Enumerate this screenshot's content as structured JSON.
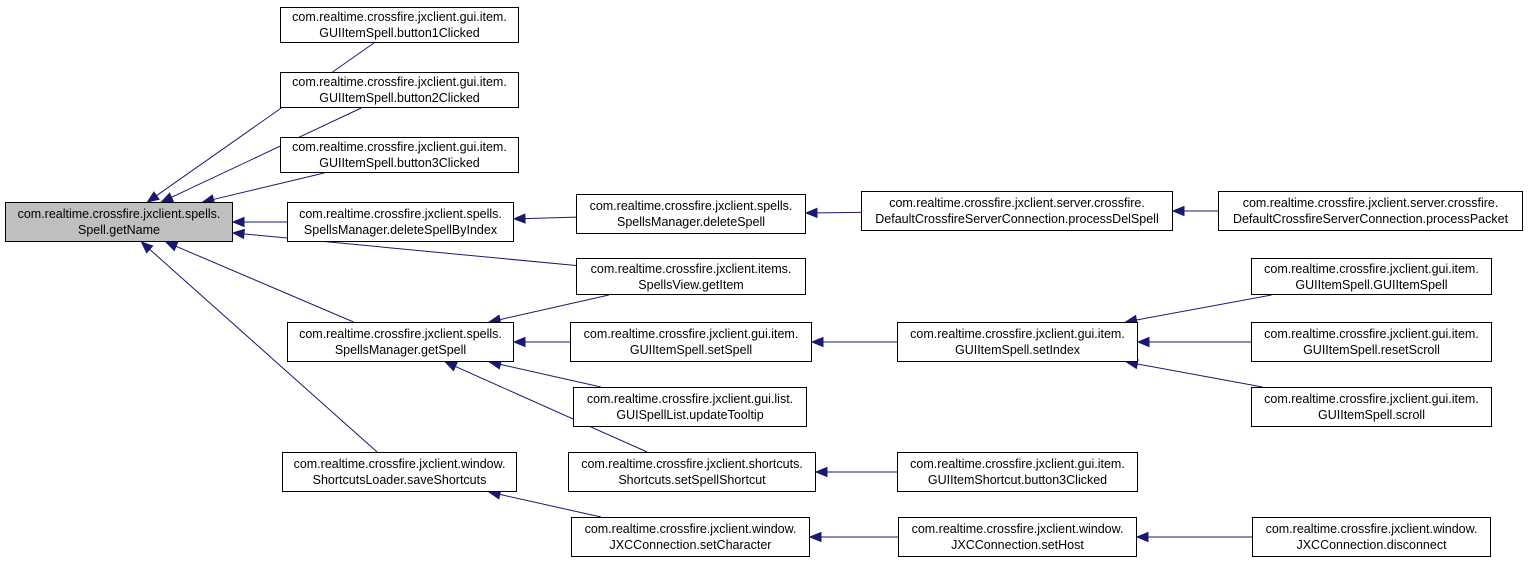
{
  "colors": {
    "edge": "#191970",
    "focus_fill": "#bfbfbf"
  },
  "nodes": {
    "n0": {
      "line1": "com.realtime.crossfire.jxclient.spells.",
      "line2": "Spell.getName"
    },
    "n1": {
      "line1": "com.realtime.crossfire.jxclient.gui.item.",
      "line2": "GUIItemSpell.button1Clicked"
    },
    "n2": {
      "line1": "com.realtime.crossfire.jxclient.gui.item.",
      "line2": "GUIItemSpell.button2Clicked"
    },
    "n3": {
      "line1": "com.realtime.crossfire.jxclient.gui.item.",
      "line2": "GUIItemSpell.button3Clicked"
    },
    "n4": {
      "line1": "com.realtime.crossfire.jxclient.spells.",
      "line2": "SpellsManager.deleteSpellByIndex"
    },
    "n5": {
      "line1": "com.realtime.crossfire.jxclient.spells.",
      "line2": "SpellsManager.deleteSpell"
    },
    "n6": {
      "line1": "com.realtime.crossfire.jxclient.server.crossfire.",
      "line2": "DefaultCrossfireServerConnection.processDelSpell"
    },
    "n7": {
      "line1": "com.realtime.crossfire.jxclient.server.crossfire.",
      "line2": "DefaultCrossfireServerConnection.processPacket"
    },
    "n8": {
      "line1": "com.realtime.crossfire.jxclient.items.",
      "line2": "SpellsView.getItem"
    },
    "n9": {
      "line1": "com.realtime.crossfire.jxclient.spells.",
      "line2": "SpellsManager.getSpell"
    },
    "n10": {
      "line1": "com.realtime.crossfire.jxclient.gui.item.",
      "line2": "GUIItemSpell.setSpell"
    },
    "n11": {
      "line1": "com.realtime.crossfire.jxclient.gui.item.",
      "line2": "GUIItemSpell.setIndex"
    },
    "n12": {
      "line1": "com.realtime.crossfire.jxclient.gui.item.",
      "line2": "GUIItemSpell.GUIItemSpell"
    },
    "n13": {
      "line1": "com.realtime.crossfire.jxclient.gui.item.",
      "line2": "GUIItemSpell.resetScroll"
    },
    "n14": {
      "line1": "com.realtime.crossfire.jxclient.gui.item.",
      "line2": "GUIItemSpell.scroll"
    },
    "n15": {
      "line1": "com.realtime.crossfire.jxclient.gui.list.",
      "line2": "GUISpellList.updateTooltip"
    },
    "n16": {
      "line1": "com.realtime.crossfire.jxclient.window.",
      "line2": "ShortcutsLoader.saveShortcuts"
    },
    "n17": {
      "line1": "com.realtime.crossfire.jxclient.shortcuts.",
      "line2": "Shortcuts.setSpellShortcut"
    },
    "n18": {
      "line1": "com.realtime.crossfire.jxclient.gui.item.",
      "line2": "GUIItemShortcut.button3Clicked"
    },
    "n19": {
      "line1": "com.realtime.crossfire.jxclient.window.",
      "line2": "JXCConnection.setCharacter"
    },
    "n20": {
      "line1": "com.realtime.crossfire.jxclient.window.",
      "line2": "JXCConnection.setHost"
    },
    "n21": {
      "line1": "com.realtime.crossfire.jxclient.window.",
      "line2": "JXCConnection.disconnect"
    }
  },
  "edges": [
    [
      "n1",
      "n0"
    ],
    [
      "n2",
      "n0"
    ],
    [
      "n3",
      "n0"
    ],
    [
      "n4",
      "n0"
    ],
    [
      "n8",
      "n0"
    ],
    [
      "n9",
      "n0"
    ],
    [
      "n16",
      "n0"
    ],
    [
      "n5",
      "n4"
    ],
    [
      "n6",
      "n5"
    ],
    [
      "n7",
      "n6"
    ],
    [
      "n8",
      "n9"
    ],
    [
      "n10",
      "n9"
    ],
    [
      "n15",
      "n9"
    ],
    [
      "n17",
      "n9"
    ],
    [
      "n11",
      "n10"
    ],
    [
      "n12",
      "n11"
    ],
    [
      "n13",
      "n11"
    ],
    [
      "n14",
      "n11"
    ],
    [
      "n18",
      "n17"
    ],
    [
      "n19",
      "n16"
    ],
    [
      "n20",
      "n19"
    ],
    [
      "n21",
      "n20"
    ]
  ]
}
